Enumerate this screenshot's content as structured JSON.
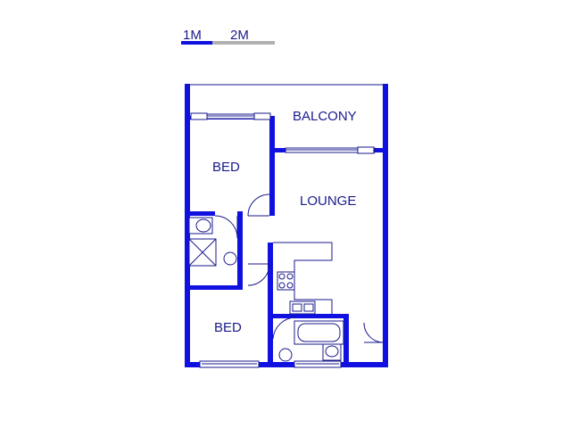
{
  "scale_bar": {
    "label_1": "1M",
    "label_2": "2M"
  },
  "rooms": {
    "balcony": "BALCONY",
    "bed_top": "BED",
    "lounge": "LOUNGE",
    "bed_bottom": "BED"
  },
  "colors": {
    "wall": "#1010e0",
    "line": "#1a1a8c",
    "scale_grey": "#b0b0b0"
  }
}
